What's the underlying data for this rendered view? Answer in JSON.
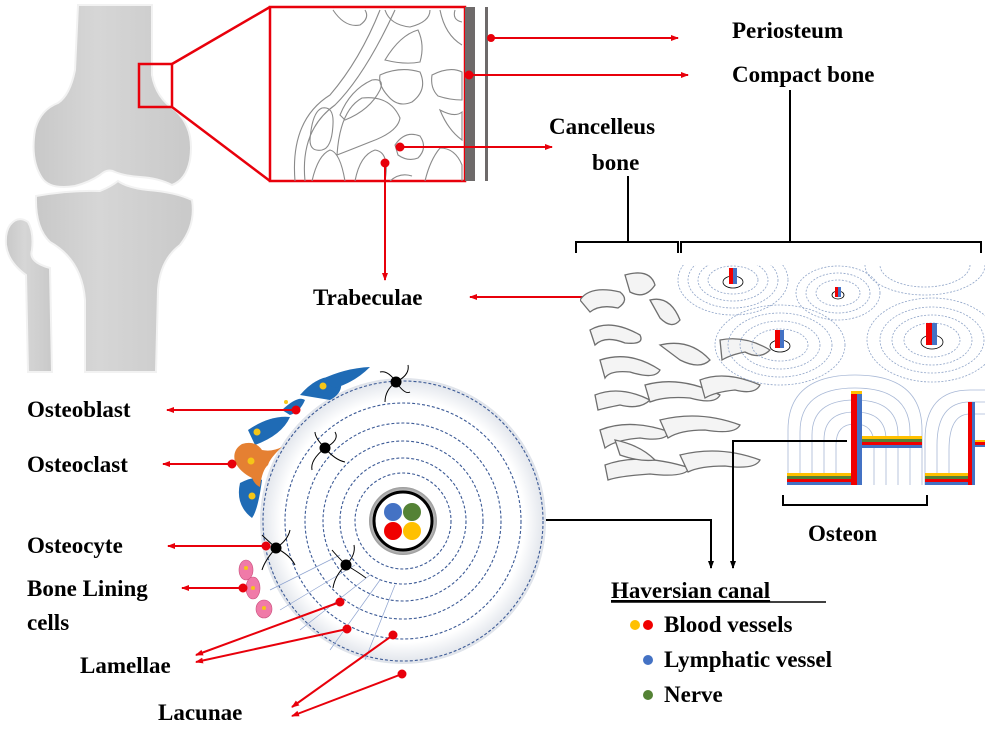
{
  "colors": {
    "arrow": "#e8000b",
    "bone": "#d0d0d0",
    "bone_edge": "#f4f4f4",
    "periosteum": "#6e6a6a",
    "lamella_dash": "#3c5a96",
    "osteoblast": "#1f6bb5",
    "osteoclast": "#e58032",
    "lining_cell": "#f07aa8",
    "nucleus": "#f5c518",
    "blood_red": "#f00000",
    "blood_yellow": "#ffc000",
    "lymph_blue": "#4472c4",
    "nerve_green": "#548235"
  },
  "labels": {
    "periosteum": "Periosteum",
    "compact_bone": "Compact bone",
    "cancellous_bone_line1": "Cancelleus",
    "cancellous_bone_line2": "bone",
    "trabeculae": "Trabeculae",
    "osteoblast": "Osteoblast",
    "osteoclast": "Osteoclast",
    "osteocyte": "Osteocyte",
    "bone_lining_line1": "Bone Lining",
    "bone_lining_line2": "cells",
    "lamellae": "Lamellae",
    "lacunae": "Lacunae",
    "osteon": "Osteon"
  },
  "legend": {
    "title": "Haversian canal",
    "items": [
      {
        "label": "Blood vessels",
        "dots": [
          "#ffc000",
          "#f00000"
        ]
      },
      {
        "label": "Lymphatic vessel",
        "dots": [
          "#4472c4"
        ]
      },
      {
        "label": "Nerve",
        "dots": [
          "#548235"
        ]
      }
    ]
  }
}
